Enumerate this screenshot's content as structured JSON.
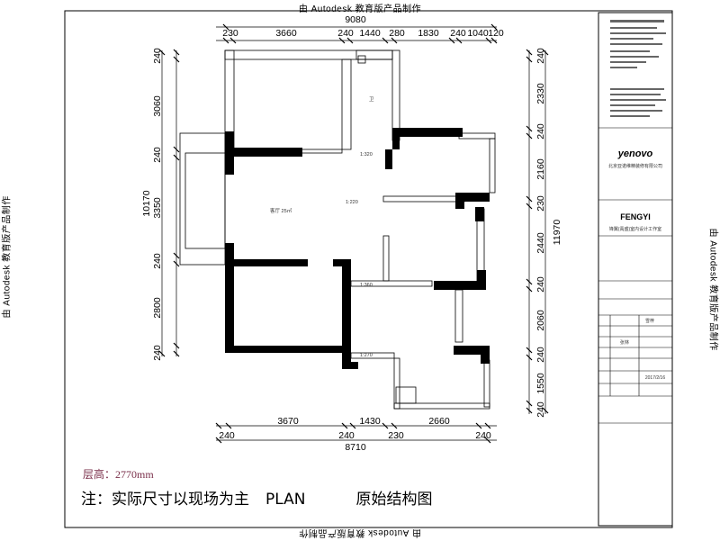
{
  "watermark": "由 Autodesk 教育版产品制作",
  "footer": {
    "height_label": "层高：2770mm",
    "note": "注：实际尺寸以现场为主",
    "plan_label": "PLAN",
    "title": "原始结构图"
  },
  "dims": {
    "top_total": "9080",
    "top_segments": [
      "230",
      "3660",
      "240",
      "1440",
      "280",
      "1830",
      "240",
      "1040",
      "120"
    ],
    "bottom_total": "8710",
    "bottom_segments": [
      "240",
      "3670",
      "240",
      "1430",
      "230",
      "2660",
      "240"
    ],
    "left_total": "10170",
    "left_segments": [
      "240",
      "3060",
      "240",
      "3350",
      "240",
      "2800",
      "240"
    ],
    "right_total": "11970",
    "right_segments": [
      "240",
      "2330",
      "240",
      "2160",
      "230",
      "2440",
      "240",
      "2060",
      "240",
      "1550",
      "240"
    ]
  },
  "rooms": {
    "top_right": "卫",
    "living": "客厅 25㎡",
    "door_a": "1:320",
    "door_b": "1:220",
    "door_c": "1:360",
    "door_d": "1:270"
  },
  "title_block": {
    "brand": "yenovo",
    "brand_sub": "北京亚诺维精装修有限公司",
    "studio": "FENGYI",
    "studio_sub": "锋翼(禹盛)室内设计工作室",
    "designer": "张林",
    "checker": "雪梓",
    "date": "2017/2/16"
  }
}
